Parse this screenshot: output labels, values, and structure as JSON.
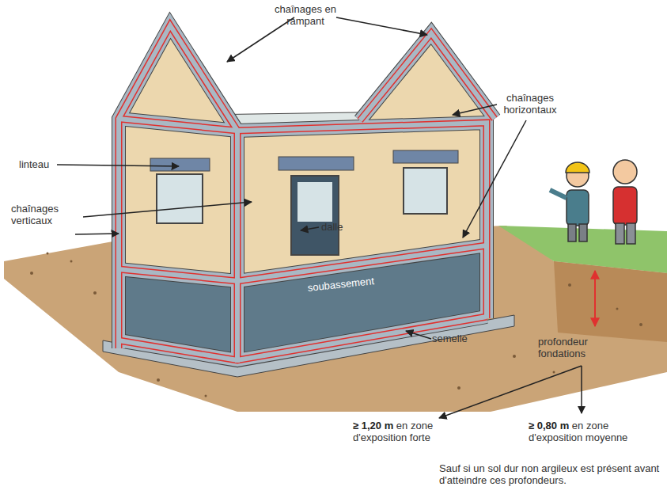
{
  "diagram": {
    "labels": [
      "chaînages en rampant",
      "chaînages horizontaux",
      "linteau",
      "chaînages verticaux",
      "dalle",
      "soubassement",
      "semelle",
      "profondeur fondations",
      "≥ 1,20 m",
      "en zone d'exposition forte",
      "≥ 0,80 m",
      "en zone d'exposition moyenne",
      "Sauf si un sol dur non argileux est présent avant d'atteindre ces profondeurs."
    ]
  }
}
